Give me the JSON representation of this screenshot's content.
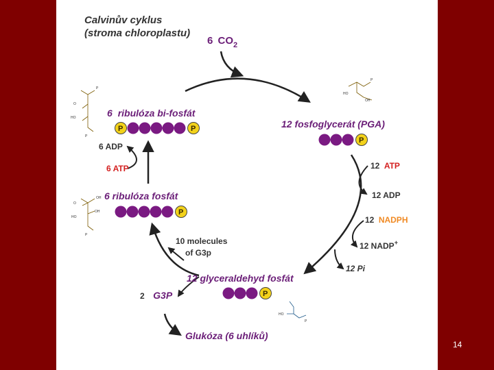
{
  "title": {
    "line1": "Calvinův cyklus",
    "line2": "(stroma chloroplastu)"
  },
  "co2": {
    "coef": "6",
    "formula": "CO",
    "sub": "2"
  },
  "ribulose_bisphosphate": {
    "coef": "6",
    "name": "ribulóza bi-fosfát"
  },
  "pga": {
    "label": "12 fosfoglycerát (PGA)"
  },
  "adp_left": "6 ADP",
  "atp_left": "6 ATP",
  "ribulose_phosphate": {
    "label": "6 ribulóza fosfát"
  },
  "right_side": {
    "atp_coef": "12",
    "atp": "ATP",
    "adp": "12 ADP",
    "nadph_coef": "12",
    "nadph": "NADPH",
    "nadp": "12 NADP",
    "nadp_sup": "+",
    "pi": "12 Pi"
  },
  "g3p_recycle": {
    "line1": "10 molecules",
    "line2": "of G3p"
  },
  "g3p_product": {
    "label": "12 glyceraldehyd fosfát"
  },
  "g3p_out": {
    "coef": "2",
    "name": "G3P"
  },
  "glucose": {
    "label": "Glukóza (6 uhlíků)"
  },
  "phosphate_mark": "P",
  "page_number": "14",
  "colors": {
    "background": "#7f0000",
    "carbon_bead": "#7a1a82",
    "phosphate_bead": "#f3d21a",
    "label_purple": "#6b1e78",
    "atp_red": "#d42020",
    "nadph_orange": "#f08a24"
  },
  "structure_atoms": {
    "oh": "OH",
    "ho": "HO",
    "o": "O",
    "p": "P"
  }
}
